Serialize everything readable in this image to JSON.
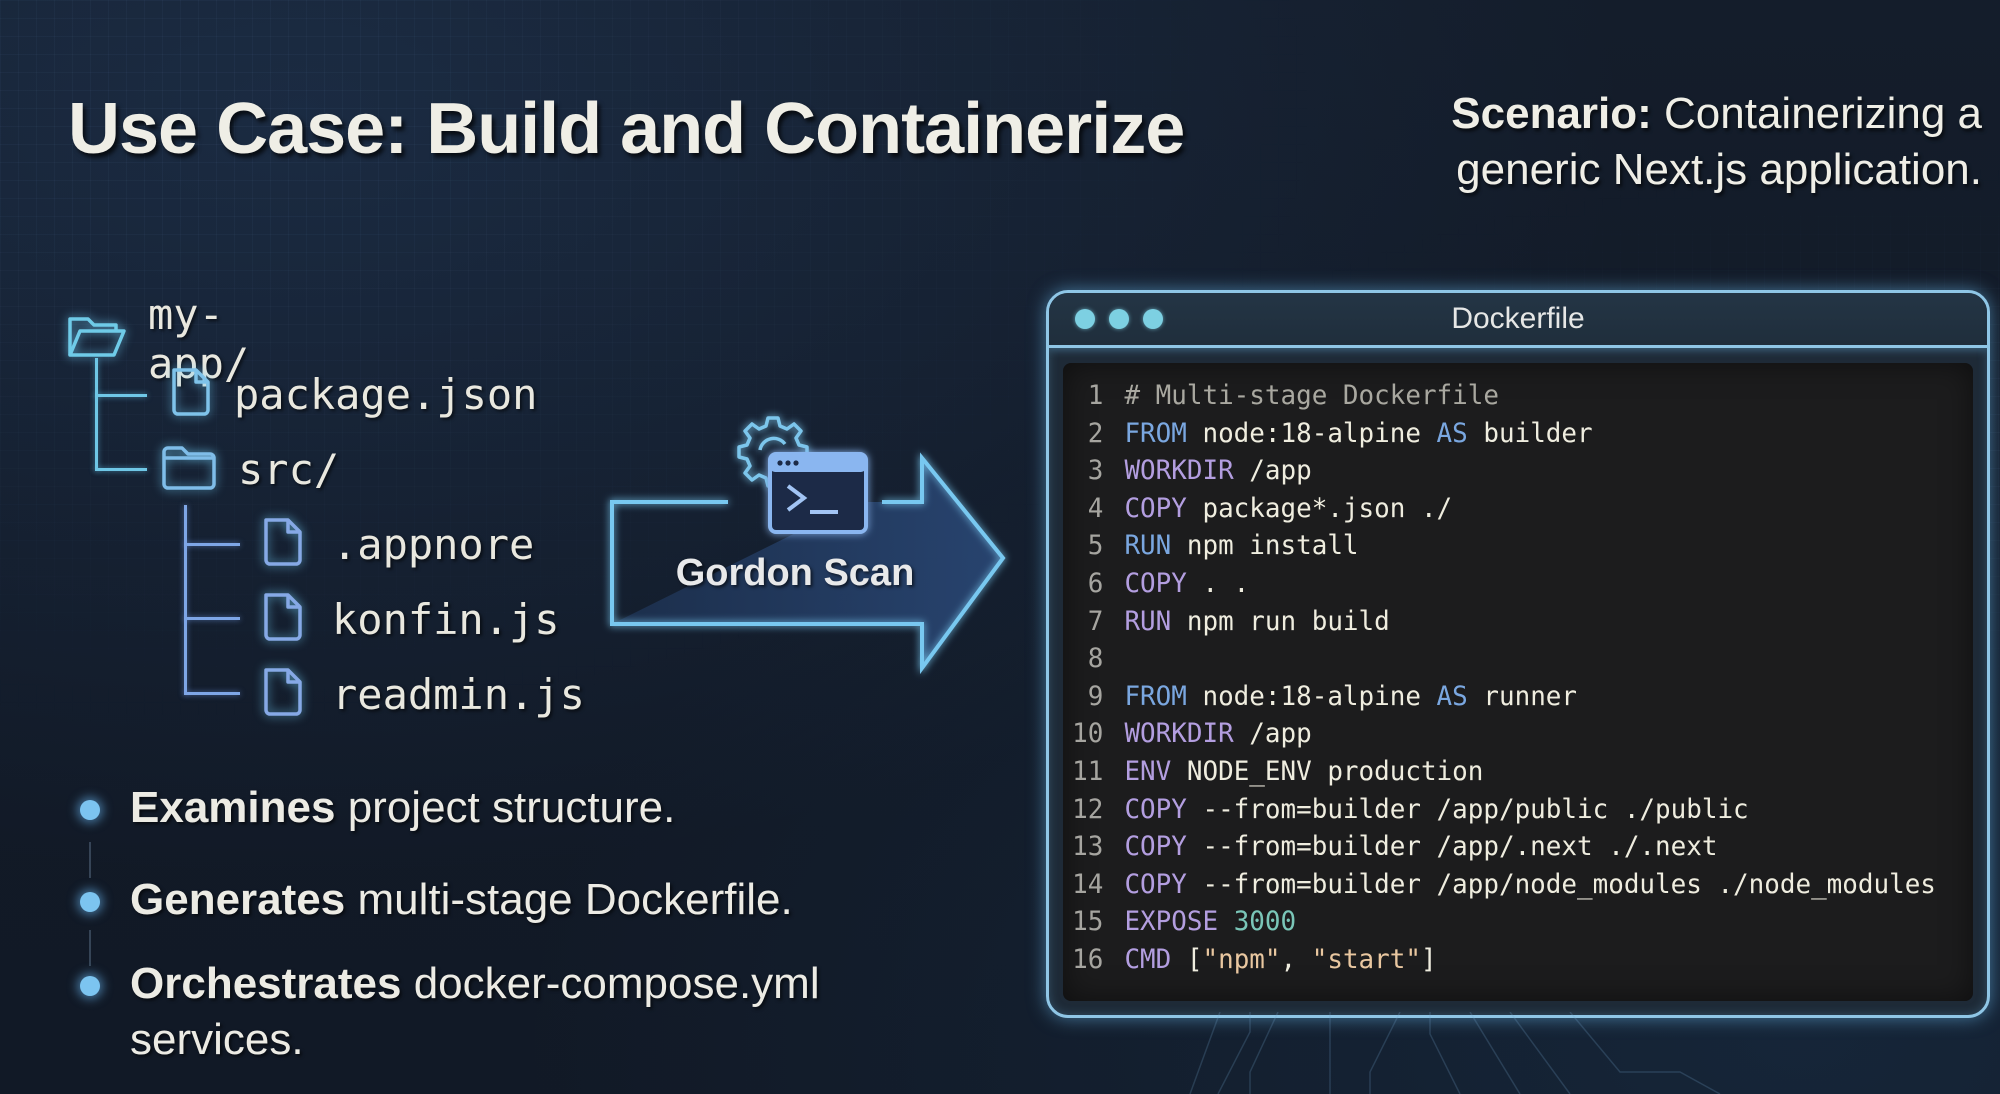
{
  "slide": {
    "title": "Use Case: Build and Containerize",
    "scenario_label": "Scenario:",
    "scenario_text": " Containerizing a generic Next.js application."
  },
  "file_tree": {
    "root": {
      "name": "my-app/",
      "icon": "folder-open-icon"
    },
    "items": [
      {
        "name": "package.json",
        "icon": "file-icon",
        "depth": 1
      },
      {
        "name": "src/",
        "icon": "folder-icon",
        "depth": 1
      },
      {
        "name": ".appnore",
        "icon": "file-icon",
        "depth": 2
      },
      {
        "name": "konfin.js",
        "icon": "file-icon",
        "depth": 2
      },
      {
        "name": "readmin.js",
        "icon": "file-icon",
        "depth": 2
      }
    ]
  },
  "scan": {
    "label": "Gordon Scan",
    "icons": [
      "gear-icon",
      "terminal-icon",
      "arrow-right-icon"
    ]
  },
  "bullets": [
    {
      "bold": "Examines",
      "text": " project structure."
    },
    {
      "bold": "Generates",
      "text": " multi-stage Dockerfile."
    },
    {
      "bold": "Orchestrates",
      "text": " docker-compose.yml services."
    }
  ],
  "dockerfile": {
    "title": "Dockerfile",
    "lines": [
      {
        "n": "1",
        "tokens": [
          [
            "comment",
            "# Multi-stage Dockerfile"
          ]
        ]
      },
      {
        "n": "2",
        "tokens": [
          [
            "kw-blue",
            "FROM"
          ],
          [
            "plain",
            " node:18-alpine "
          ],
          [
            "kw-blue",
            "AS"
          ],
          [
            "plain",
            " builder"
          ]
        ]
      },
      {
        "n": "3",
        "tokens": [
          [
            "kw-purple",
            "WORKDIR"
          ],
          [
            "plain",
            " /app"
          ]
        ]
      },
      {
        "n": "4",
        "tokens": [
          [
            "kw-purple",
            "COPY"
          ],
          [
            "plain",
            " package*.json ./"
          ]
        ]
      },
      {
        "n": "5",
        "tokens": [
          [
            "kw-blue",
            "RUN"
          ],
          [
            "plain",
            " npm install"
          ]
        ]
      },
      {
        "n": "6",
        "tokens": [
          [
            "kw-purple",
            "COPY"
          ],
          [
            "plain",
            " . ."
          ]
        ]
      },
      {
        "n": "7",
        "tokens": [
          [
            "kw-purple",
            "RUN"
          ],
          [
            "plain",
            " npm run build"
          ]
        ]
      },
      {
        "n": "8",
        "tokens": []
      },
      {
        "n": "9",
        "tokens": [
          [
            "kw-blue",
            "FROM"
          ],
          [
            "plain",
            " node:18-alpine "
          ],
          [
            "kw-blue",
            "AS"
          ],
          [
            "plain",
            " runner"
          ]
        ]
      },
      {
        "n": "10",
        "tokens": [
          [
            "kw-purple",
            "WORKDIR"
          ],
          [
            "plain",
            " /app"
          ]
        ]
      },
      {
        "n": "11",
        "tokens": [
          [
            "kw-purple",
            "ENV"
          ],
          [
            "plain",
            " NODE_ENV production"
          ]
        ]
      },
      {
        "n": "12",
        "tokens": [
          [
            "kw-purple",
            "COPY"
          ],
          [
            "plain",
            " --from=builder /app/public ./public"
          ]
        ]
      },
      {
        "n": "13",
        "tokens": [
          [
            "kw-purple",
            "COPY"
          ],
          [
            "plain",
            " --from=builder /app/.next ./.next"
          ]
        ]
      },
      {
        "n": "14",
        "tokens": [
          [
            "kw-purple",
            "COPY"
          ],
          [
            "plain",
            " --from=builder /app/node_modules ./node_modules"
          ]
        ]
      },
      {
        "n": "15",
        "tokens": [
          [
            "kw-purple",
            "EXPOSE"
          ],
          [
            "num",
            " 3000"
          ]
        ]
      },
      {
        "n": "16",
        "tokens": [
          [
            "kw-purple",
            "CMD"
          ],
          [
            "plain",
            " ["
          ],
          [
            "str",
            "\"npm\""
          ],
          [
            "plain",
            ", "
          ],
          [
            "str",
            "\"start\""
          ],
          [
            "plain",
            "]"
          ]
        ]
      }
    ]
  },
  "colors": {
    "accent_cyan": "#6fc7e6",
    "accent_blue": "#7ea6e6",
    "keyword_blue": "#7aa7e0",
    "keyword_purple": "#b39ee0",
    "number": "#7ac6b8",
    "string": "#e9c7a0"
  }
}
